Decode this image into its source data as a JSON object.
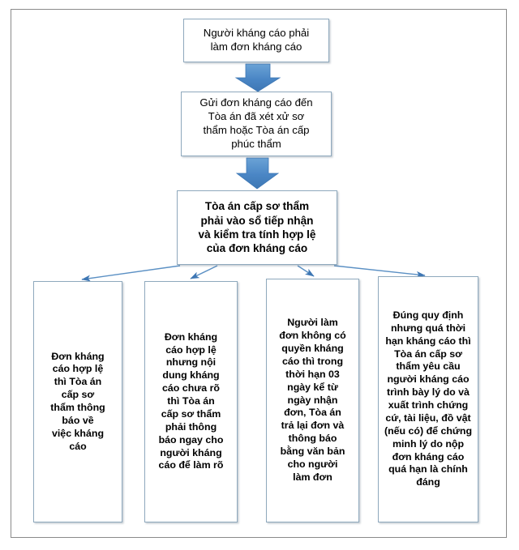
{
  "diagram": {
    "title": "Quy trinh khang cao",
    "accent_color": "#4a86c5",
    "box_border_color": "#8fa9bd",
    "frame_color": "#8a8a8a",
    "background_color": "#ffffff",
    "nodes": [
      {
        "id": "node-1",
        "name": "step-nguoi-khang-cao-lam-don",
        "text": "Người kháng cáo phải\nlàm đơn kháng cáo"
      },
      {
        "id": "node-2",
        "name": "step-gui-don-khang-cao",
        "text": "Gửi đơn kháng cáo đến\nTòa án đã xét xử sơ\nthẩm hoặc Tòa án cấp\nphúc thẩm"
      },
      {
        "id": "node-3",
        "name": "step-toa-an-vao-so-tiep-nhan",
        "text": "Tòa án cấp sơ thẩm\nphải vào sổ tiếp nhận\nvà kiểm tra tính hợp lệ\ncủa đơn kháng cáo"
      },
      {
        "id": "node-4",
        "name": "outcome-don-hop-le",
        "text": "Đơn kháng\ncáo hợp lệ\nthì Tòa án\ncấp sơ\nthẩm thông\nbáo về\nviệc kháng\ncáo"
      },
      {
        "id": "node-5",
        "name": "outcome-noi-dung-chua-ro",
        "text": "Đơn kháng\ncáo hợp lệ\nnhưng nội\ndung kháng\ncáo chưa rõ\nthì Tòa án\ncấp sơ thẩm\nphải thông\nbáo ngay cho\nngười kháng\ncáo để làm rõ"
      },
      {
        "id": "node-6",
        "name": "outcome-khong-co-quyen-khang-cao",
        "text": "Người làm\nđơn không có\nquyền kháng\ncáo thì trong\nthời hạn 03\nngày kể từ\nngày nhận\nđơn, Tòa án\ntrả lại đơn và\nthông báo\nbằng văn bản\ncho người\nlàm đơn"
      },
      {
        "id": "node-7",
        "name": "outcome-qua-thoi-han-khang-cao",
        "text": "Đúng quy định\nnhưng quá thời\nhạn kháng cáo thì\nTòa án cấp sơ\nthẩm yêu cầu\nngười kháng cáo\ntrình bày lý do và\nxuất trình chứng\ncứ, tài liệu, đồ vật\n(nếu có) để chứng\nminh lý do nộp\nđơn kháng cáo\nquá hạn là chính\nđáng"
      }
    ],
    "connectors": [
      {
        "name": "arrow-node1-to-node2",
        "type": "block-arrow-down"
      },
      {
        "name": "arrow-node2-to-node3",
        "type": "block-arrow-down"
      },
      {
        "name": "arrow-node3-to-node4",
        "type": "line-arrow"
      },
      {
        "name": "arrow-node3-to-node5",
        "type": "line-arrow"
      },
      {
        "name": "arrow-node3-to-node6",
        "type": "line-arrow"
      },
      {
        "name": "arrow-node3-to-node7",
        "type": "line-arrow"
      }
    ]
  }
}
